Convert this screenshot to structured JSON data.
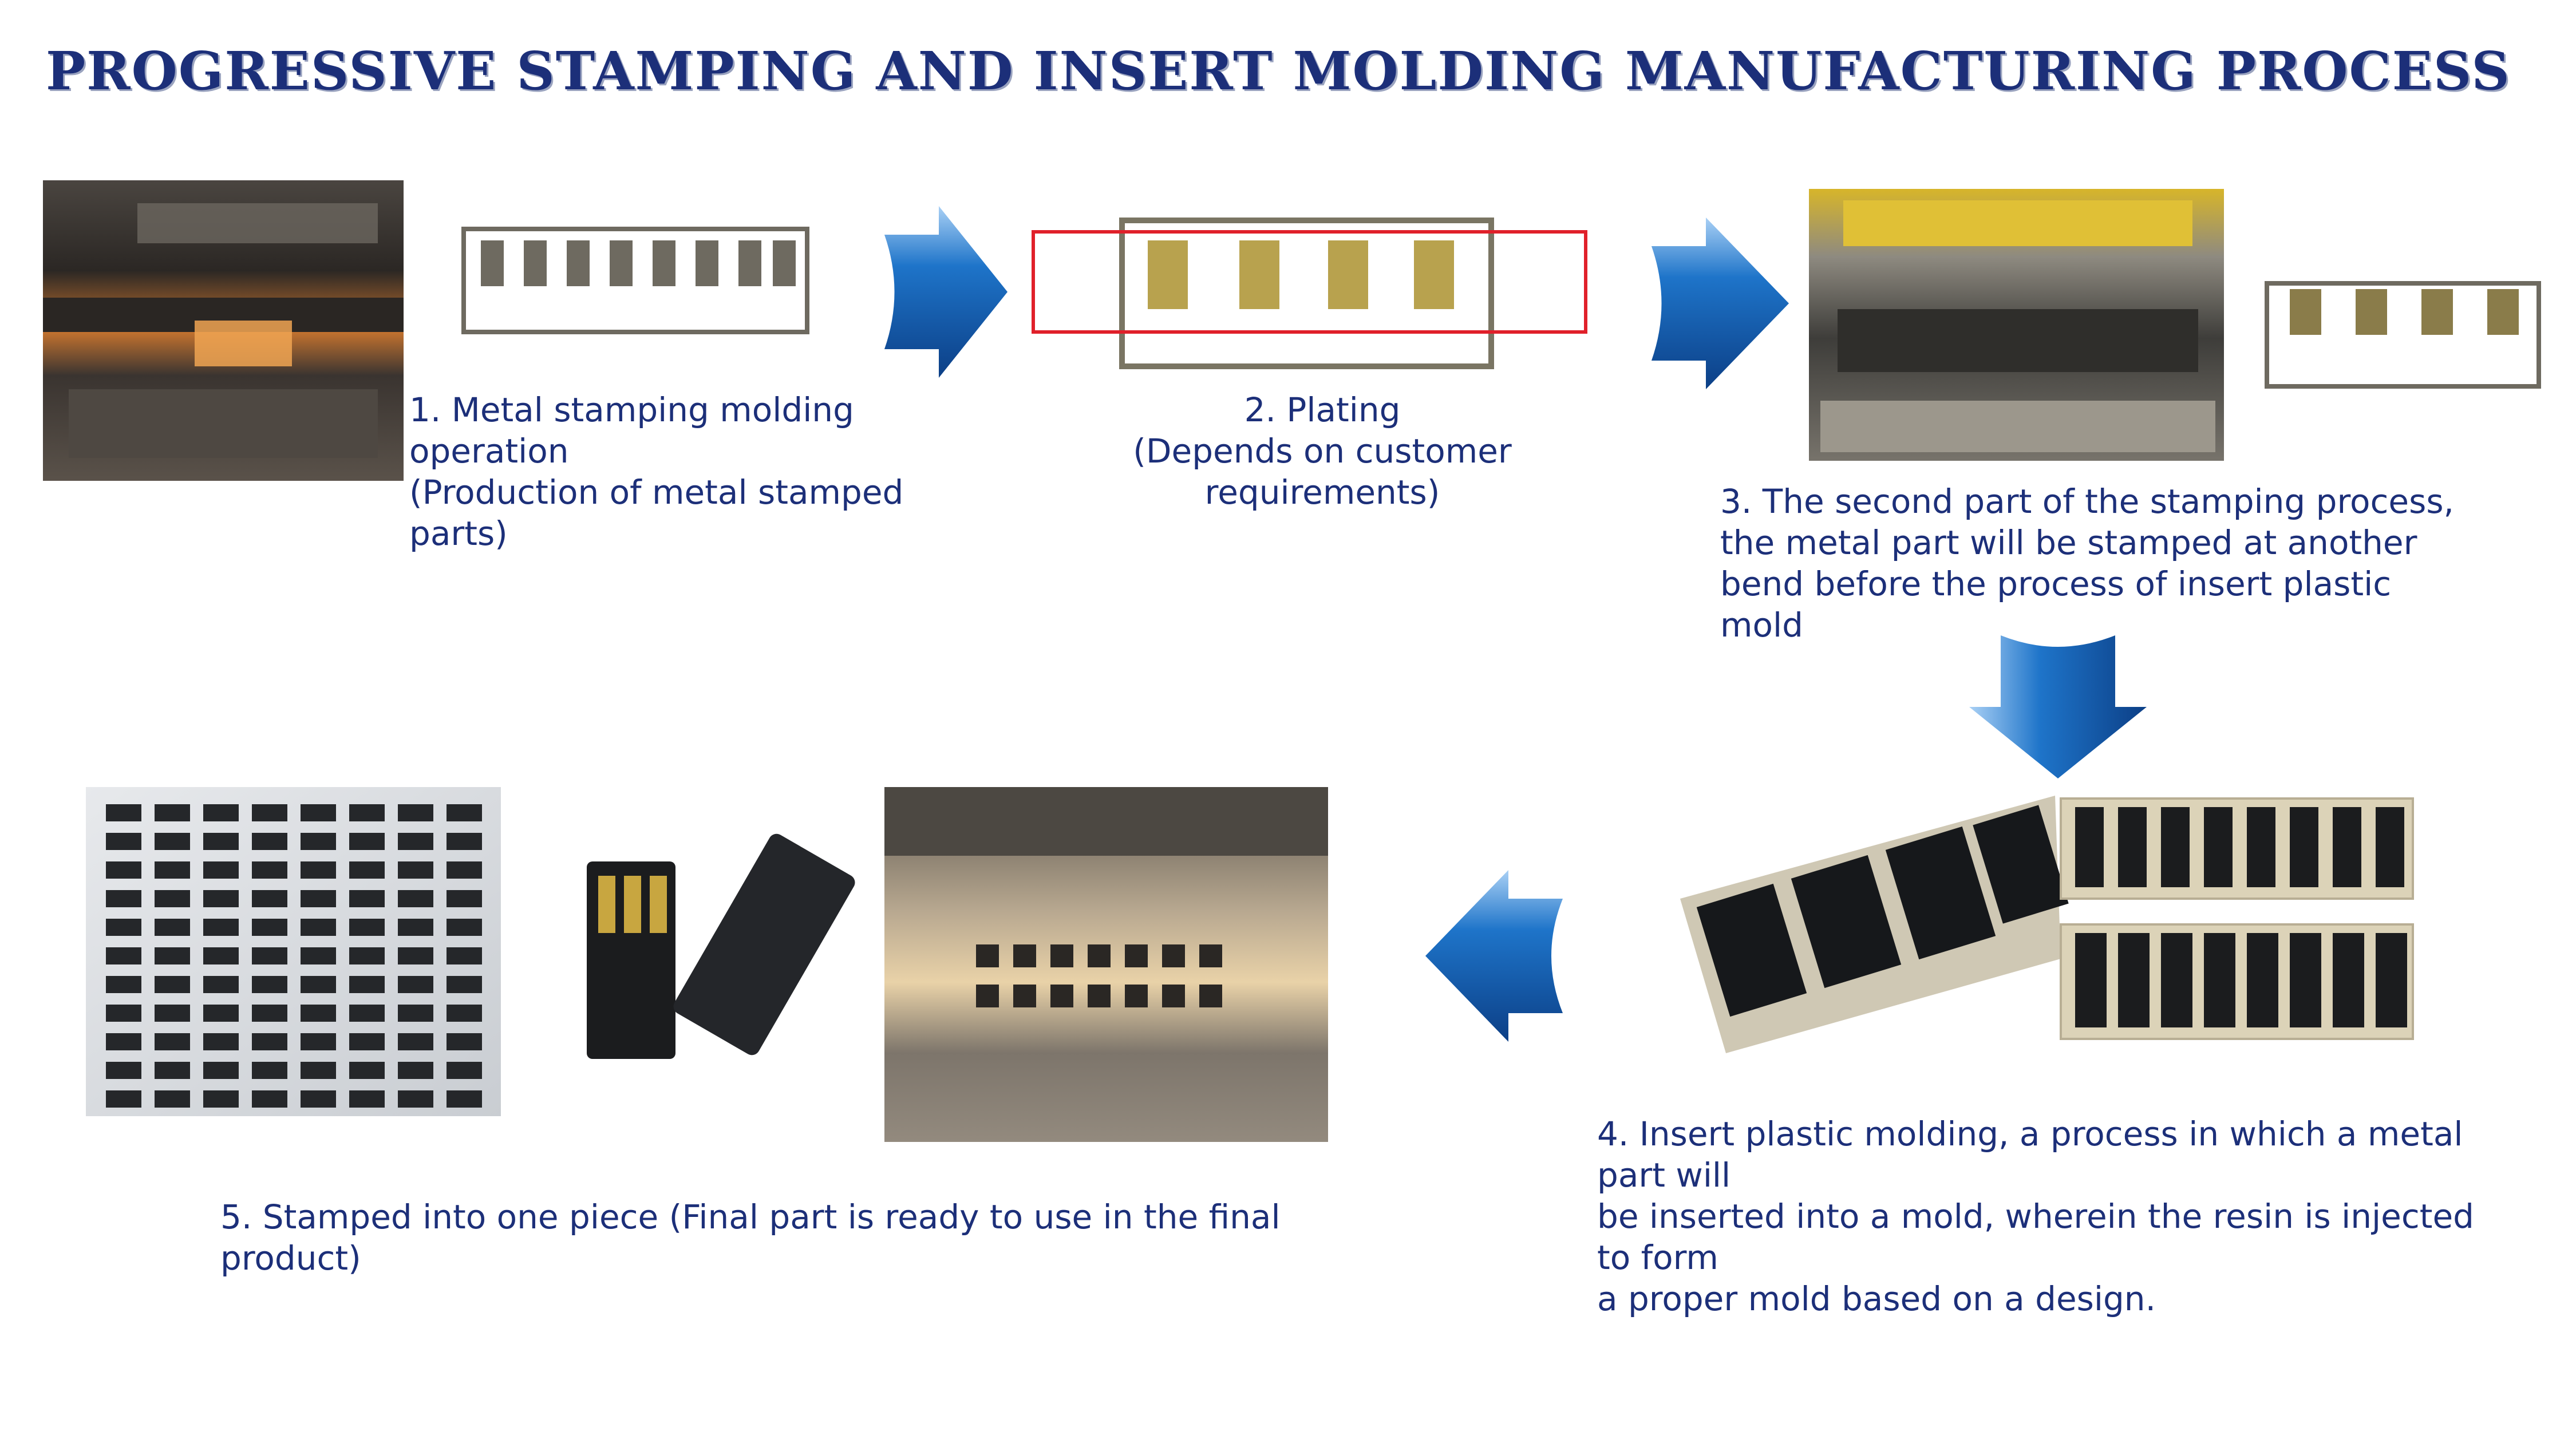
{
  "title": "PROGRESSIVE STAMPING AND INSERT MOLDING MANUFACTURING PROCESS",
  "steps": {
    "s1": {
      "caption": "1. Metal stamping molding operation\n   (Production of metal stamped parts)"
    },
    "s2": {
      "caption": "2. Plating\n(Depends on customer requirements)"
    },
    "s3": {
      "caption": "3. The second part of the stamping process,\nthe metal part will be stamped at another\nbend before the process of insert plastic mold"
    },
    "s4": {
      "caption": "4. Insert plastic molding, a process in which a metal part will\nbe inserted into a mold, wherein the resin is injected to form\na proper mold based on a design."
    },
    "s5": {
      "caption": "5. Stamped into one piece (Final part is ready to use in the final product)"
    }
  },
  "colors": {
    "title": "#1c2f79",
    "arrow": "#1e6cc4",
    "highlight": "#e0202a"
  }
}
